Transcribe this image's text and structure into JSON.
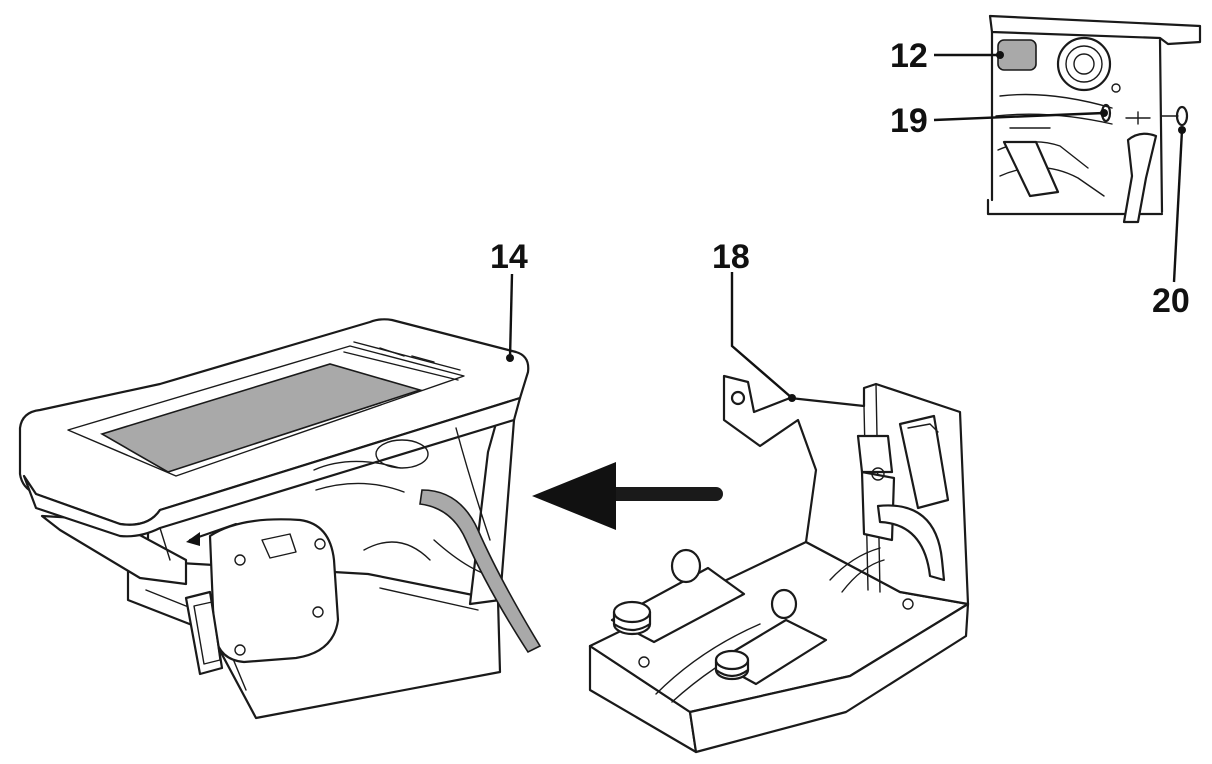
{
  "callouts": {
    "c12": "12",
    "c19": "19",
    "c20": "20",
    "c14": "14",
    "c18": "18"
  },
  "colors": {
    "ink": "#1a1a1a",
    "shade": "#a9a9a9",
    "background": "#ffffff"
  }
}
